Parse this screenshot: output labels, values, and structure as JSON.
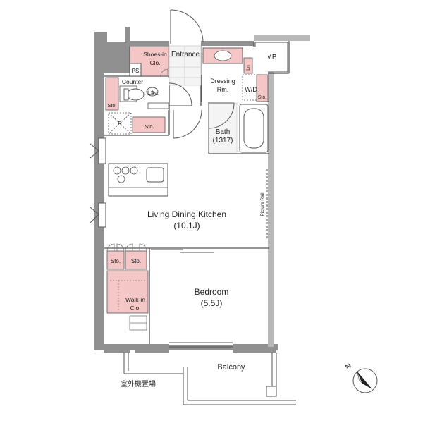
{
  "rooms": {
    "shoes_in_closet": "Shoes-in",
    "shoes_in_closet_2": "Clo.",
    "entrance": "Entrance",
    "mb": "MB",
    "ps": "PS",
    "counter": "Counter",
    "lav": "Lav.",
    "dressing": "Dressing",
    "dressing_2": "Rm.",
    "ln": "Ln",
    "wd": "W/D",
    "sto_dressing": "Sto.",
    "sto_toilet": "Sto.",
    "r": "R",
    "sto_toilet_2": "Sto.",
    "bath": "Bath",
    "bath_size": "(1317)",
    "living": "Living Dining Kitchen",
    "living_size": "(10.1J)",
    "picture_rail": "Picture Rail",
    "sto_left": "Sto.",
    "sto_right": "Sto.",
    "walkin": "Walk-in",
    "walkin_2": "Clo.",
    "bedroom": "Bedroom",
    "bedroom_size": "(5.5J)",
    "balcony": "Balcony",
    "ac_unit": "室外機置場"
  },
  "compass": {
    "label": "N"
  },
  "colors": {
    "storage": "#f4c6c6",
    "wall": "#909090",
    "line": "#555555"
  }
}
